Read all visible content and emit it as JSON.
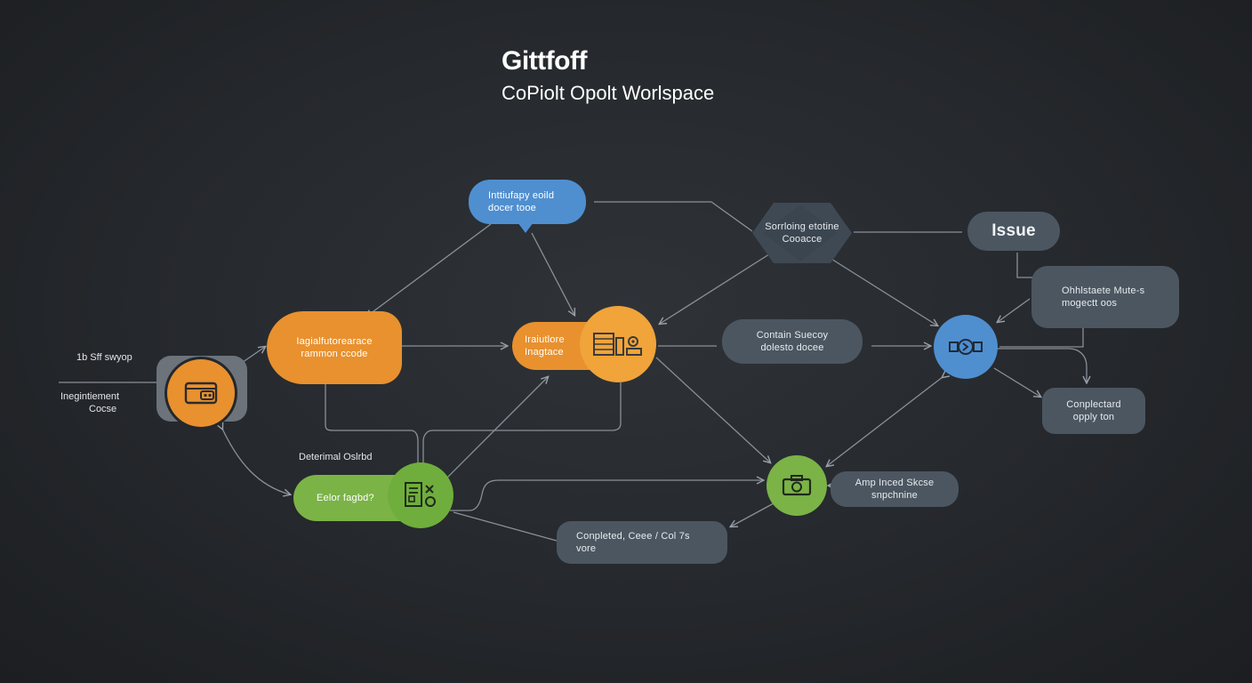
{
  "header": {
    "title": "Gittfoff",
    "subtitle": "CoPiolt Opolt Worlspace"
  },
  "nodes": {
    "speech_bubble": {
      "line1": "Inttiufapy eoild",
      "line2": "docer tooe"
    },
    "hexagon": {
      "line1": "Sorrloing etotine",
      "line2": "Cooacce"
    },
    "issue": {
      "label": "Issue"
    },
    "orchestrate": {
      "line1": "Ohhlstaete Mute-s",
      "line2": "mogectt oos"
    },
    "orange_left": {
      "line1": "Iagialfutorearace",
      "line2": "rammon ccode"
    },
    "orange_mid": {
      "line1": "Iraiutlore",
      "line2": "Inagtace"
    },
    "contain": {
      "line1": "Contain Suecoy",
      "line2": "dolesto docee"
    },
    "completed_right": {
      "line1": "Conplectard",
      "line2": "opply ton"
    },
    "left_labels": {
      "top": "1b Sff swyop",
      "mid1": "Inegintiement",
      "mid2": "Cocse"
    },
    "deterministic": {
      "label": "Deterimal Oslrbd"
    },
    "green_left": {
      "label": "Eelor fagbd?"
    },
    "amp": {
      "line1": "Amp Inced Skcse",
      "line2": "snpchnine"
    },
    "completed_bottom": {
      "line1": "Conpleted, Ceee / Col 7s",
      "line2": "vore"
    }
  },
  "icons": {
    "left_card": "wallet-icon",
    "orange_mid": "server-gear-icon",
    "blue_circle": "merge-cog-icon",
    "green_left": "document-tools-icon",
    "green_right": "camera-icon"
  },
  "colors": {
    "background": "#25282c",
    "orange": "#e8912e",
    "blue": "#4f8fd0",
    "green": "#7bb347",
    "slate": "#4b5661",
    "edge": "#8a9099"
  }
}
